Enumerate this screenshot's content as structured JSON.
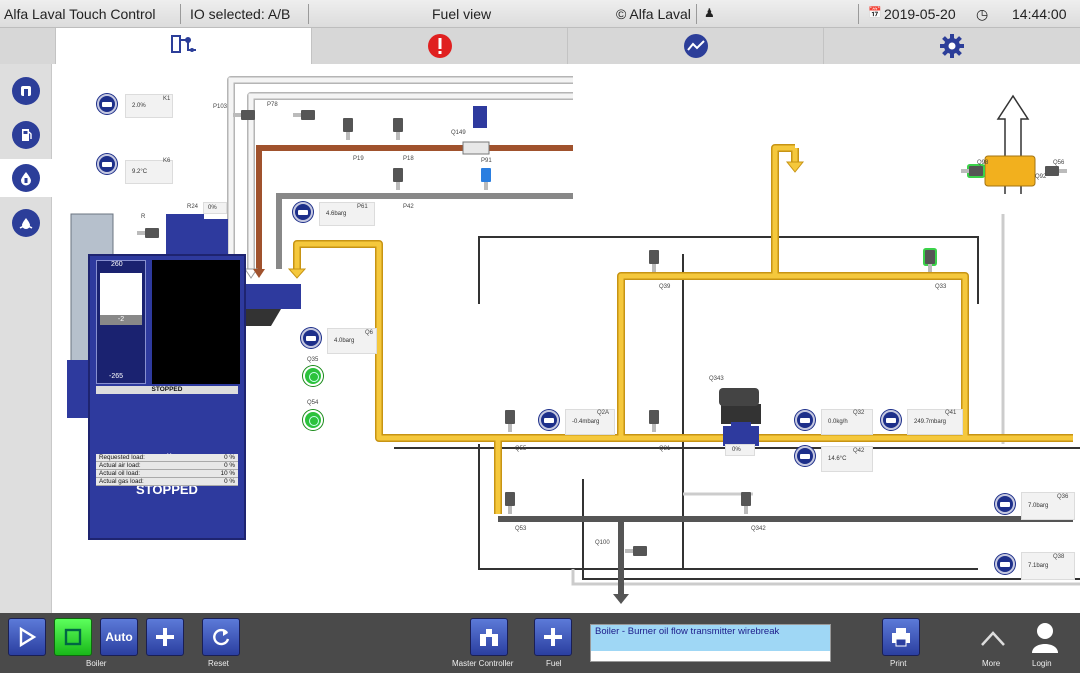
{
  "topbar": {
    "app_title": "Alfa Laval Touch Control",
    "io_selected": "IO selected: A/B",
    "view_title": "Fuel view",
    "copyright": "© Alfa Laval",
    "date": "2019-05-20",
    "time": "14:44:00"
  },
  "colors": {
    "brand_blue": "#2c3e99",
    "fuel_pipe": "#f0b020",
    "oil_pipe": "#a0522d",
    "alarm_red": "#e02020",
    "ok_green": "#2cc23c"
  },
  "tabs": [
    {
      "icon": "process-diagram-icon",
      "active": true
    },
    {
      "icon": "alarm-icon",
      "active": false
    },
    {
      "icon": "trend-icon",
      "active": false
    },
    {
      "icon": "settings-gear-icon",
      "active": false
    }
  ],
  "sidebar": [
    {
      "icon": "boiler-icon"
    },
    {
      "icon": "fuel-pump-icon"
    },
    {
      "icon": "fuel-drop-icon",
      "active": true
    },
    {
      "icon": "water-drop-icon"
    }
  ],
  "instruments": {
    "k1": {
      "tag": "K1",
      "value": "2.0%"
    },
    "k6": {
      "tag": "K6",
      "value": "9.2°C"
    },
    "r24": {
      "tag": "R24",
      "value": "0%"
    },
    "p61": {
      "tag": "P61",
      "value": "4.6barg"
    },
    "q6": {
      "tag": "Q6",
      "value": "4.0barg"
    },
    "q35": {
      "tag": "Q35"
    },
    "q54": {
      "tag": "Q54"
    },
    "q2a": {
      "tag": "Q2A",
      "value": "-0.4mbarg"
    },
    "q32": {
      "tag": "Q32",
      "value": "0.0kg/h"
    },
    "q41": {
      "tag": "Q41",
      "value": "249.7mbarg"
    },
    "q42": {
      "tag": "Q42",
      "value": "14.6°C"
    },
    "q36": {
      "tag": "Q36",
      "value": "7.0barg"
    },
    "q38": {
      "tag": "Q38",
      "value": "7.1barg"
    },
    "q343": {
      "tag": "Q343",
      "value": "0%"
    }
  },
  "valves": {
    "p103": "P103",
    "p78": "P78",
    "p19": "P19",
    "p18": "P18",
    "p42": "P42",
    "q149": "Q149",
    "p91": "P91",
    "q39": "Q39",
    "q33": "Q33",
    "q55": "Q55",
    "q98": "Q98",
    "q31": "Q31",
    "q92": "Q92",
    "q342": "Q342",
    "q100": "Q100",
    "q53": "Q53",
    "q56": "Q56",
    "r_tag": "R"
  },
  "boiler": {
    "level_high": "260",
    "level_mid": "-2",
    "level_low": "-265",
    "state": "STOPPED",
    "table": [
      {
        "label": "Requested load:",
        "value": "0 %"
      },
      {
        "label": "Actual air load:",
        "value": "0 %"
      },
      {
        "label": "Actual oil load:",
        "value": "10 %"
      },
      {
        "label": "Actual gas load:",
        "value": "0 %"
      }
    ],
    "name": "Boiler",
    "status": "STOPPED"
  },
  "bottombar": {
    "auto_label": "Auto",
    "boiler_label": "Boiler",
    "reset_label": "Reset",
    "master_label": "Master Controller",
    "fuel_label": "Fuel",
    "message": "Boiler - Burner oil flow transmitter wirebreak",
    "print_label": "Print",
    "more_label": "More",
    "login_label": "Login"
  }
}
